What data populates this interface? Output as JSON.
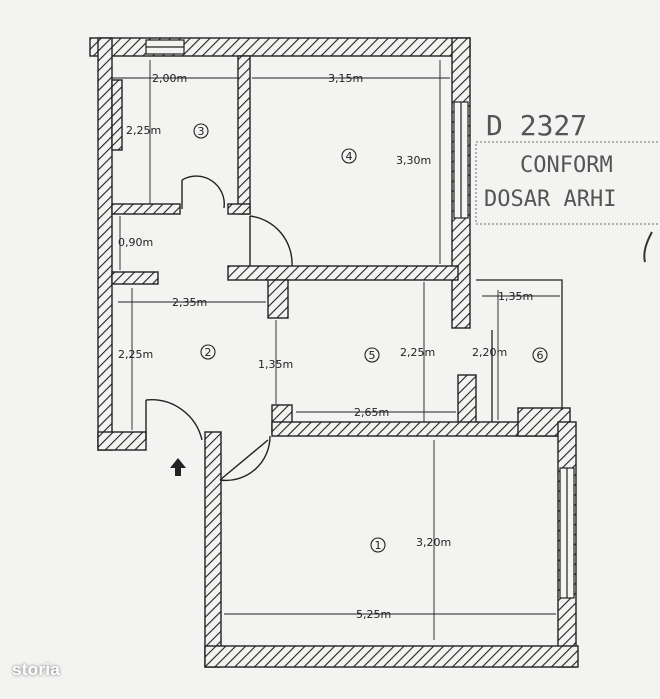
{
  "rooms": [
    {
      "id": "1",
      "label": "1"
    },
    {
      "id": "2",
      "label": "2"
    },
    {
      "id": "3",
      "label": "3"
    },
    {
      "id": "4",
      "label": "4"
    },
    {
      "id": "5",
      "label": "5"
    },
    {
      "id": "6",
      "label": "6"
    }
  ],
  "dimensions": {
    "r3_width": "2,00m",
    "r3_height": "2,25m",
    "r4_width": "3,15m",
    "r4_height": "3,30m",
    "hall_height": "0,90m",
    "r2_width": "2,35m",
    "r2_height": "2,25m",
    "mid_height": "1,35m",
    "r5_height": "2,25m",
    "r5_width": "2,65m",
    "r6_width": "1,35m",
    "r6_height": "2,20m",
    "r1_height": "3,20m",
    "r1_width": "5,25m"
  },
  "stamp": {
    "handwritten": "D 2327",
    "line1": "CONFORM",
    "line2": "DOSAR ARHI"
  },
  "watermark": "storia",
  "colors": {
    "ink": "#222222",
    "paper": "#f3f3f1",
    "stamp": "#777777"
  }
}
